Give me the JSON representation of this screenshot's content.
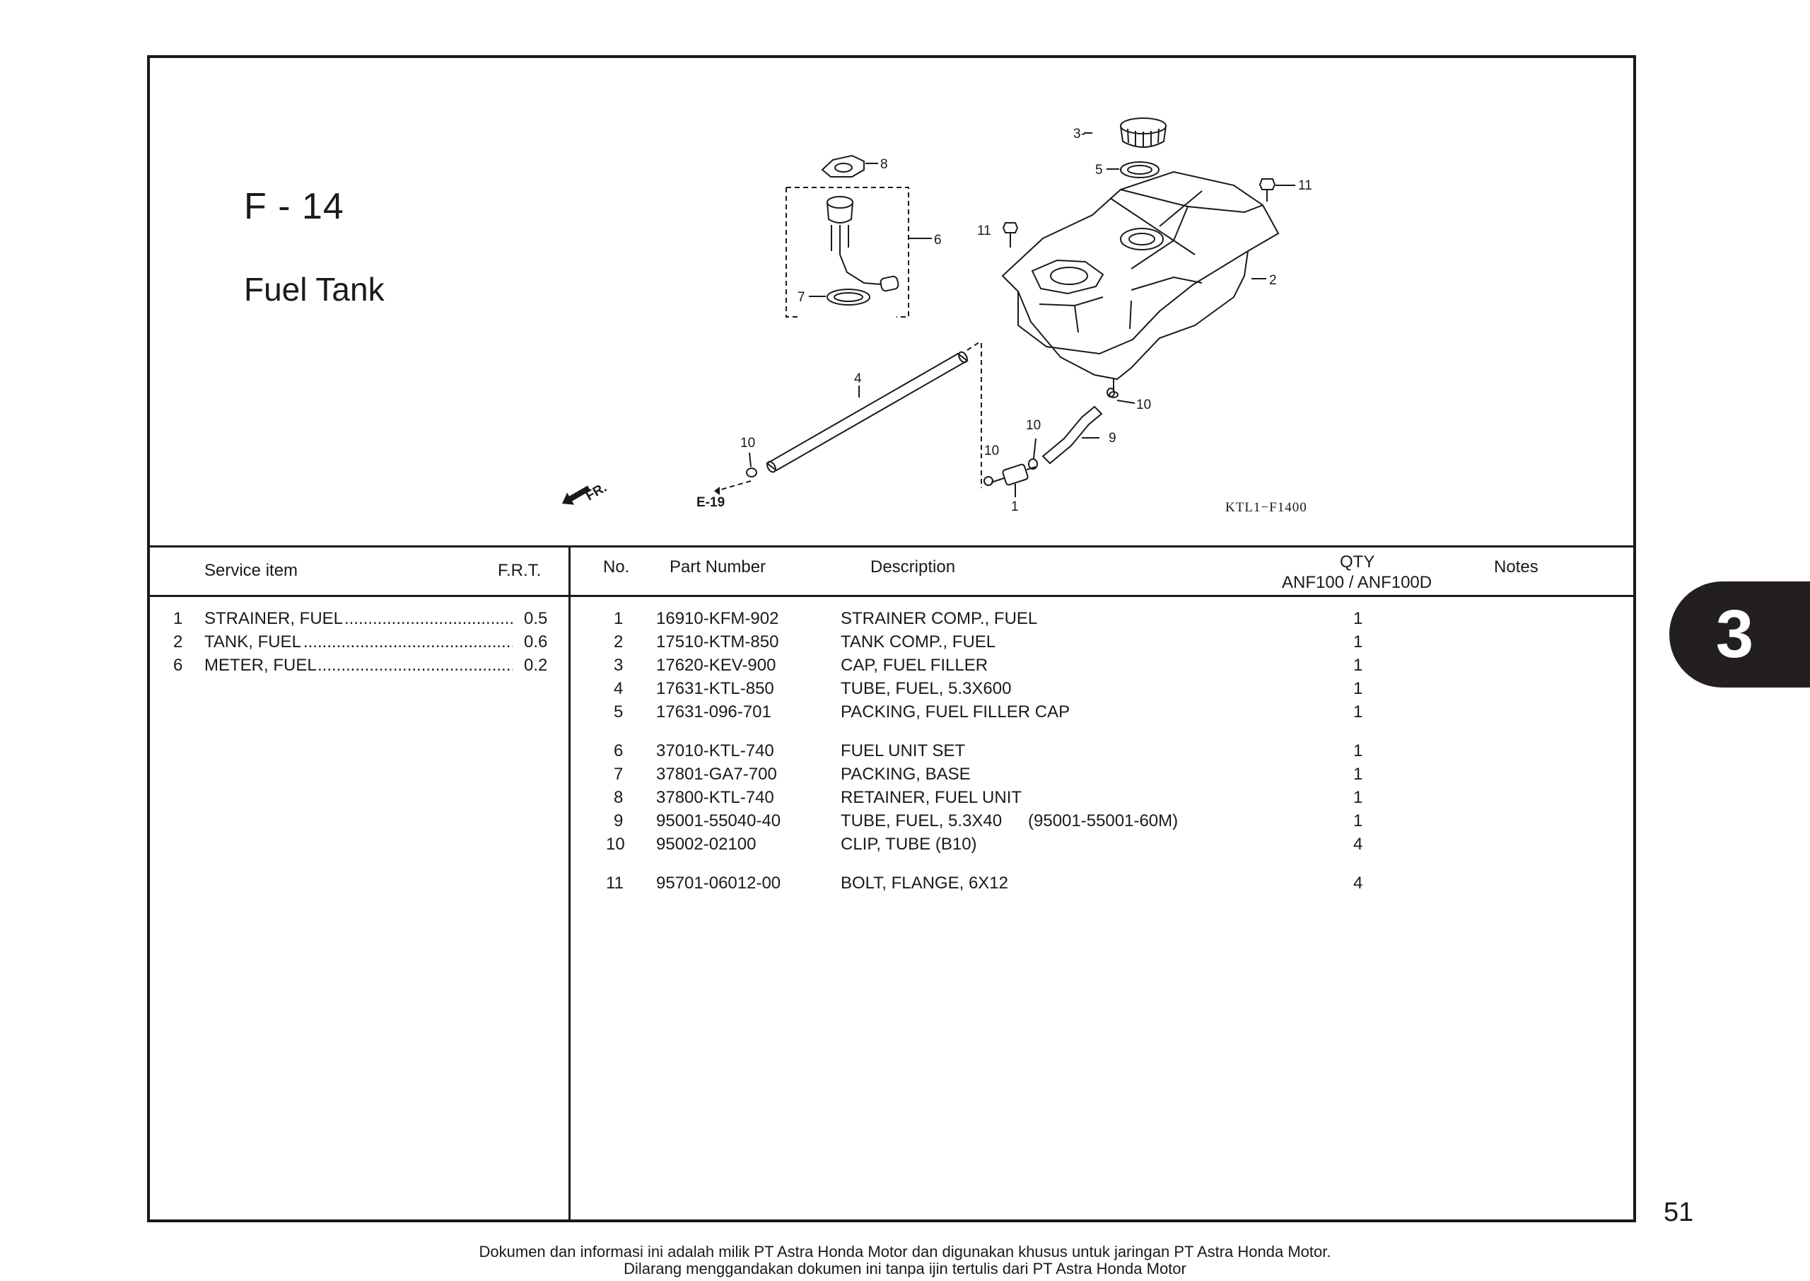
{
  "figure": {
    "code": "F - 14",
    "title": "Fuel Tank",
    "diagram_code": "KTL1−F1400"
  },
  "diagram_labels": {
    "l1": "1",
    "l2": "2",
    "l3": "3-",
    "l4": "4",
    "l5": "5",
    "l6": "6",
    "l7": "7",
    "l8": "8",
    "l9": "9",
    "l10a": "10",
    "l10b": "10",
    "l10c": "10",
    "l10d": "10",
    "l11a": "11",
    "l11b": "11",
    "fr": "FR.",
    "e19": "E-19"
  },
  "service_table": {
    "headers": {
      "item": "Service item",
      "frt": "F.R.T."
    },
    "rows": [
      {
        "no": "1",
        "name": "STRAINER, FUEL",
        "dots": "...............................................................................",
        "frt": "0.5"
      },
      {
        "no": "2",
        "name": "TANK, FUEL",
        "dots": "...............................................................................",
        "frt": "0.6"
      },
      {
        "no": "6",
        "name": "METER, FUEL",
        "dots": "...............................................................................",
        "frt": "0.2"
      }
    ]
  },
  "parts_table": {
    "headers": {
      "no": "No.",
      "part_number": "Part Number",
      "description": "Description",
      "qty": "QTY",
      "qty_models": "ANF100 / ANF100D",
      "notes": "Notes"
    },
    "rows": [
      {
        "no": "1",
        "part_number": "16910-KFM-902",
        "description": "STRAINER COMP., FUEL",
        "alt": "",
        "qty": "1"
      },
      {
        "no": "2",
        "part_number": "17510-KTM-850",
        "description": "TANK COMP., FUEL",
        "alt": "",
        "qty": "1"
      },
      {
        "no": "3",
        "part_number": "17620-KEV-900",
        "description": "CAP, FUEL FILLER",
        "alt": "",
        "qty": "1"
      },
      {
        "no": "4",
        "part_number": "17631-KTL-850",
        "description": "TUBE, FUEL, 5.3X600",
        "alt": "",
        "qty": "1"
      },
      {
        "no": "5",
        "part_number": "17631-096-701",
        "description": "PACKING, FUEL FILLER CAP",
        "alt": "",
        "qty": "1"
      },
      {
        "no": "6",
        "part_number": "37010-KTL-740",
        "description": "FUEL UNIT SET",
        "alt": "",
        "qty": "1"
      },
      {
        "no": "7",
        "part_number": "37801-GA7-700",
        "description": "PACKING, BASE",
        "alt": "",
        "qty": "1"
      },
      {
        "no": "8",
        "part_number": "37800-KTL-740",
        "description": "RETAINER, FUEL UNIT",
        "alt": "",
        "qty": "1"
      },
      {
        "no": "9",
        "part_number": "95001-55040-40",
        "description": "TUBE, FUEL, 5.3X40",
        "alt": "(95001-55001-60M)",
        "qty": "1"
      },
      {
        "no": "10",
        "part_number": "95002-02100",
        "description": "CLIP, TUBE (B10)",
        "alt": "",
        "qty": "4"
      },
      {
        "no": "11",
        "part_number": "95701-06012-00",
        "description": "BOLT, FLANGE, 6X12",
        "alt": "",
        "qty": "4"
      }
    ]
  },
  "chapter_tab": "3",
  "page_number": "51",
  "footer": {
    "line1": "Dokumen dan informasi ini adalah milik PT Astra Honda Motor dan digunakan khusus untuk jaringan PT Astra Honda Motor.",
    "line2": "Dilarang menggandakan dokumen ini tanpa ijin tertulis dari PT Astra Honda Motor"
  },
  "colors": {
    "ink": "#1a1a1a",
    "tab": "#231f20"
  }
}
